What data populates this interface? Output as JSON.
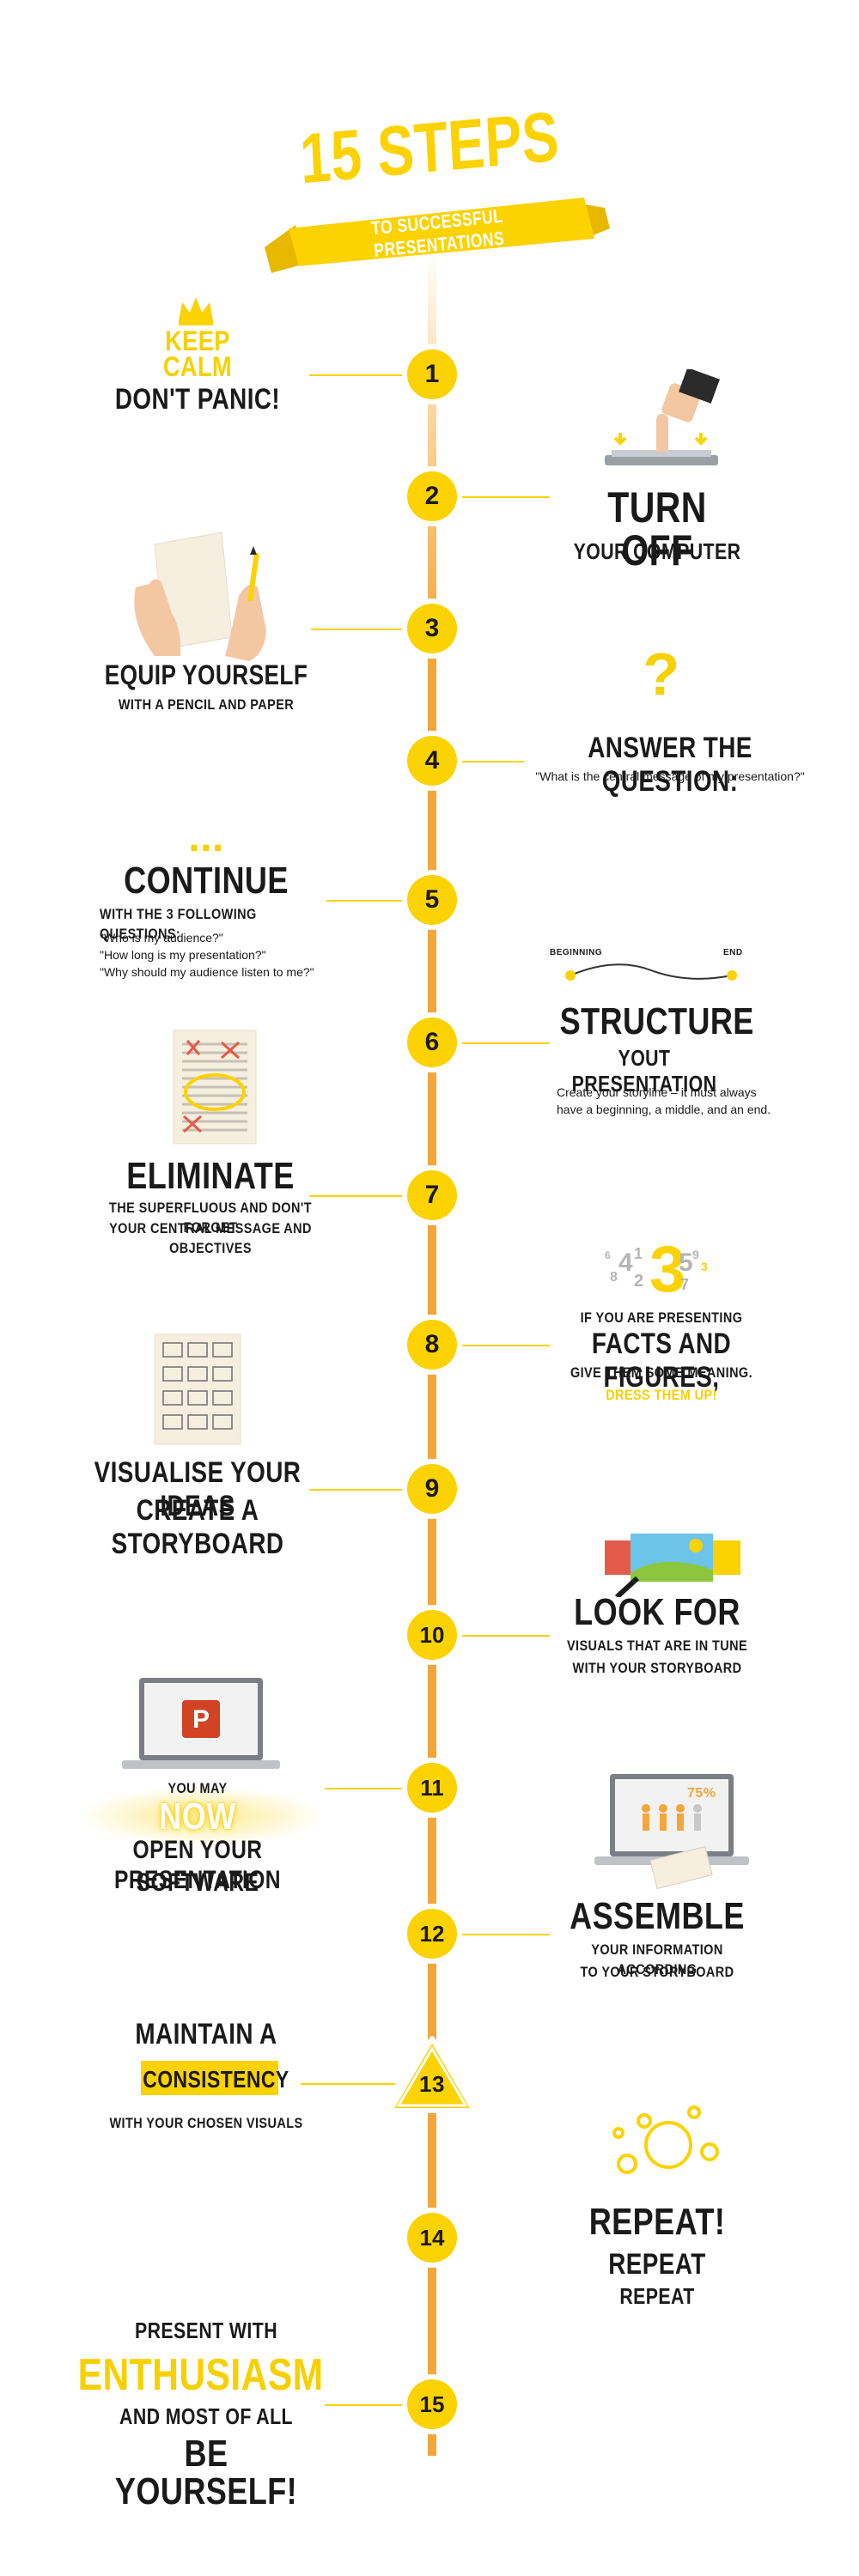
{
  "header": {
    "title": "15 STEPS",
    "ribbon": "TO SUCCESSFUL PRESENTATIONS"
  },
  "colors": {
    "accent": "#fcd200",
    "timeline": "#f4a63a",
    "text": "#1a1a1a"
  },
  "steps": [
    {
      "num": "1",
      "badge": "KEEP CALM",
      "keep": "KEEP",
      "calm": "CALM",
      "title": "DON'T PANIC!"
    },
    {
      "num": "2",
      "title": "TURN OFF",
      "sub": "YOUR COMPUTER"
    },
    {
      "num": "3",
      "title": "EQUIP YOURSELF",
      "sub": "WITH A PENCIL AND PAPER"
    },
    {
      "num": "4",
      "mark": "?",
      "title": "ANSWER THE QUESTION:",
      "sub": "\"What is the central message of my presentation?\""
    },
    {
      "num": "5",
      "mark": "...",
      "title": "CONTINUE",
      "sub": "WITH THE 3 FOLLOWING QUESTIONS:",
      "q1": "\"Who is my audience?\"",
      "q2": "\"How long is my presentation?\"",
      "q3": "\"Why should my audience listen to me?\""
    },
    {
      "num": "6",
      "begin": "BEGINNING",
      "end": "END",
      "title": "STRUCTURE",
      "sub": "YOUT PRESENTATION",
      "desc1": "Create your storyline – it must always",
      "desc2": "have a beginning, a middle, and an end."
    },
    {
      "num": "7",
      "title": "ELIMINATE",
      "sub1": "THE SUPERFLUOUS AND DON'T FORGET",
      "sub2": "YOUR CENTRAL MESSAGE AND OBJECTIVES"
    },
    {
      "num": "8",
      "sub1": "IF YOU ARE PRESENTING",
      "title": "FACTS AND FIGURES,",
      "sub2": "GIVE THEM SOME MEANING.",
      "accent": "DRESS THEM UP!"
    },
    {
      "num": "9",
      "title1": "VISUALISE YOUR IDEAS",
      "title2": "CREATE A STORYBOARD"
    },
    {
      "num": "10",
      "title": "LOOK FOR",
      "sub1": "VISUALS THAT ARE IN TUNE",
      "sub2": "WITH YOUR STORYBOARD"
    },
    {
      "num": "11",
      "sub1": "YOU MAY",
      "accent": "NOW",
      "title1": "OPEN YOUR PRESENTATION",
      "title2": "SOFTWARE"
    },
    {
      "num": "12",
      "pct": "75%",
      "title": "ASSEMBLE",
      "sub1": "YOUR INFORMATION ACCORDING",
      "sub2": "TO YOUR STORYBOARD"
    },
    {
      "num": "13",
      "title": "MAINTAIN A",
      "accent": "CONSISTENCY",
      "sub": "WITH YOUR CHOSEN VISUALS"
    },
    {
      "num": "14",
      "t1": "REPEAT!",
      "t2": "REPEAT",
      "t3": "REPEAT"
    },
    {
      "num": "15",
      "t1": "PRESENT WITH",
      "accent": "ENTHUSIASM",
      "t2": "AND MOST OF ALL",
      "t3": "BE YOURSELF!"
    }
  ]
}
